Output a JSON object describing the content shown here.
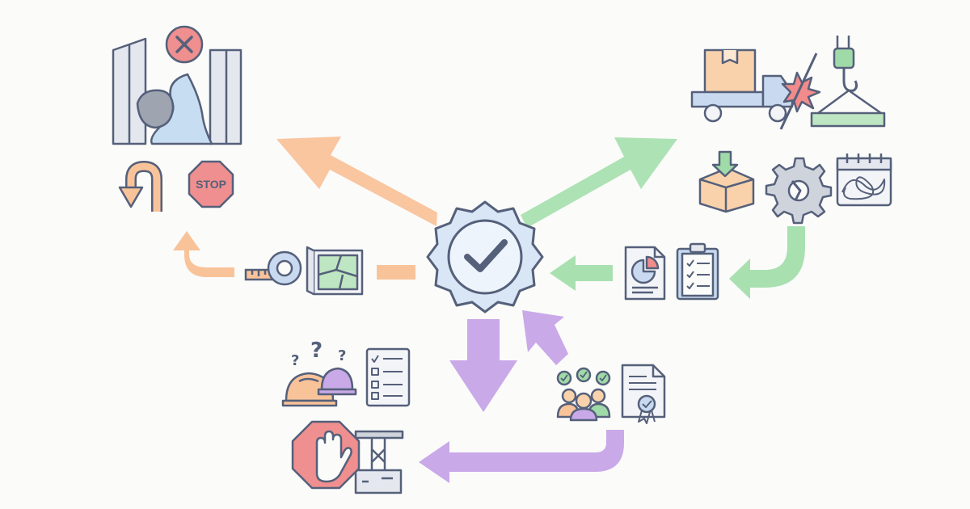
{
  "diagram": {
    "central_node": {
      "icon": "verified-check-badge-icon"
    },
    "clusters": [
      {
        "name": "terrain-obstacles",
        "accent": "#f7b98a",
        "icons": [
          "canyon-blocked-icon",
          "u-turn-icon",
          "stop-sign-icon",
          "tape-measure-icon",
          "site-map-icon"
        ]
      },
      {
        "name": "logistics-disruption",
        "accent": "#9fdaa8",
        "icons": [
          "delivery-truck-collision-icon",
          "crane-hook-icon",
          "inbound-package-icon",
          "broken-gear-icon",
          "tangled-schedule-calendar-icon",
          "pie-chart-report-icon",
          "clipboard-checklist-icon"
        ]
      },
      {
        "name": "team-approval",
        "accent": "#c7a8e6",
        "icons": [
          "confused-hard-hats-icon",
          "checklist-icon",
          "approved-team-icon",
          "certified-document-icon",
          "stop-hand-construction-icon"
        ]
      }
    ],
    "palette": {
      "outline": "#55607a",
      "badge_fill": "#dde9f6",
      "orange": "#f7b98a",
      "green": "#9fdaa8",
      "purple": "#c7a8e6",
      "red": "#ef8f8f",
      "blue_light": "#c9daf0",
      "grey": "#cfd3dc"
    },
    "stop_sign_text": "STOP"
  }
}
